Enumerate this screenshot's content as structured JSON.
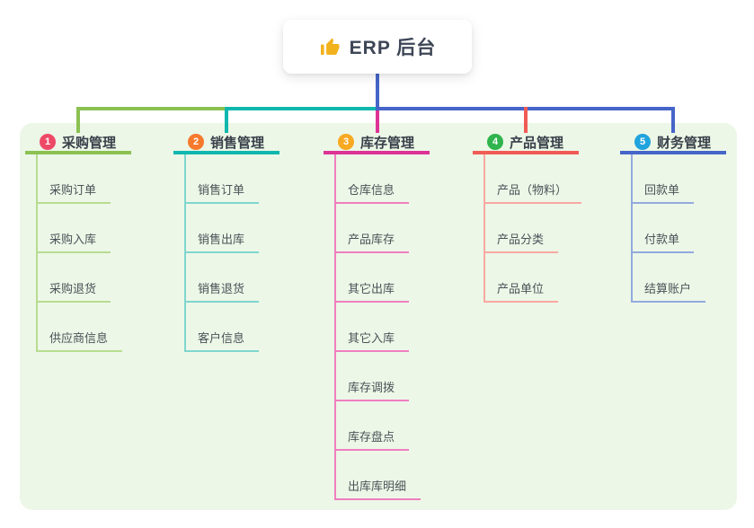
{
  "root": {
    "title": "ERP 后台",
    "icon": "thumbs-up-icon",
    "icon_color": "#f2b21e",
    "stem_color": "#4565c8"
  },
  "panel_color": "#ecf7e7",
  "branches": [
    {
      "index": "1",
      "label": "采购管理",
      "colors": {
        "badge": "#ee4a68",
        "line": "#8cc152",
        "child_line": "#b8dc90"
      },
      "children": [
        "采购订单",
        "采购入库",
        "采购退货",
        "供应商信息"
      ]
    },
    {
      "index": "2",
      "label": "销售管理",
      "colors": {
        "badge": "#f67a2d",
        "line": "#10b7ae",
        "child_line": "#7fd6cf"
      },
      "children": [
        "销售订单",
        "销售出库",
        "销售退货",
        "客户信息"
      ]
    },
    {
      "index": "3",
      "label": "库存管理",
      "colors": {
        "badge": "#f8a922",
        "line": "#dd3396",
        "child_line": "#f07ec0"
      },
      "children": [
        "仓库信息",
        "产品库存",
        "其它出库",
        "其它入库",
        "库存调拨",
        "库存盘点",
        "出库库明细"
      ]
    },
    {
      "index": "4",
      "label": "产品管理",
      "colors": {
        "badge": "#30b44d",
        "line": "#f15b55",
        "child_line": "#f8a8a1"
      },
      "children": [
        "产品（物料）",
        "产品分类",
        "产品单位"
      ]
    },
    {
      "index": "5",
      "label": "财务管理",
      "colors": {
        "badge": "#21a4dd",
        "line": "#4565c8",
        "child_line": "#93aade"
      },
      "children": [
        "回款单",
        "付款单",
        "结算账户"
      ]
    }
  ]
}
